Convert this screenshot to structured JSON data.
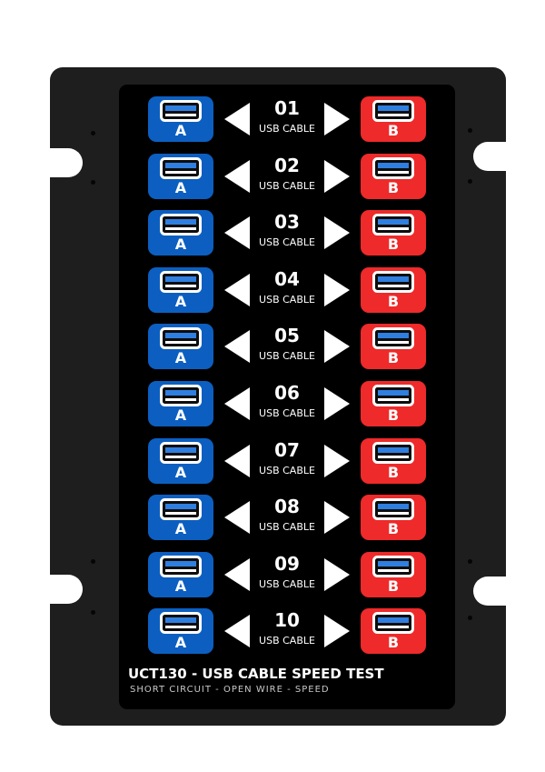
{
  "rows": [
    {
      "number": "01",
      "label": "USB CABLE",
      "port_a": "A",
      "port_b": "B"
    },
    {
      "number": "02",
      "label": "USB CABLE",
      "port_a": "A",
      "port_b": "B"
    },
    {
      "number": "03",
      "label": "USB CABLE",
      "port_a": "A",
      "port_b": "B"
    },
    {
      "number": "04",
      "label": "USB CABLE",
      "port_a": "A",
      "port_b": "B"
    },
    {
      "number": "05",
      "label": "USB CABLE",
      "port_a": "A",
      "port_b": "B"
    },
    {
      "number": "06",
      "label": "USB CABLE",
      "port_a": "A",
      "port_b": "B"
    },
    {
      "number": "07",
      "label": "USB CABLE",
      "port_a": "A",
      "port_b": "B"
    },
    {
      "number": "08",
      "label": "USB CABLE",
      "port_a": "A",
      "port_b": "B"
    },
    {
      "number": "09",
      "label": "USB CABLE",
      "port_a": "A",
      "port_b": "B"
    },
    {
      "number": "10",
      "label": "USB CABLE",
      "port_a": "A",
      "port_b": "B"
    }
  ],
  "title": "UCT130 - USB CABLE SPEED TEST",
  "subtitle": "SHORT CIRCUIT - OPEN WIRE - SPEED",
  "colors": {
    "plate": "#1e1e1e",
    "panel": "#000000",
    "port_a": "#0c5fc0",
    "port_b": "#ee2a2a",
    "usb_socket_tongue": "#2f7fe0",
    "text": "#ffffff"
  },
  "icons": {
    "port": "usb-a-socket-icon",
    "arrow_left": "arrow-left-icon",
    "arrow_right": "arrow-right-icon"
  }
}
